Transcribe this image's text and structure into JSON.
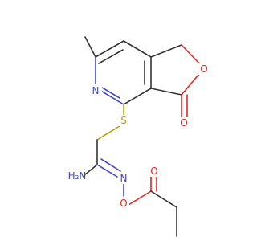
{
  "molecule": {
    "colors": {
      "bond": "#333333",
      "oxygen": "#e8251f",
      "nitrogen": "#3f48cc",
      "sulfur": "#b7a100",
      "background": "#ffffff"
    },
    "labels": {
      "pyridine_n": "N",
      "sulfur": "S",
      "lactone_o": "O",
      "carbonyl_o": "O",
      "amine": "H₂N",
      "oxime_n": "N",
      "ester_o": "O",
      "ester_carbonyl_o": "O"
    }
  }
}
